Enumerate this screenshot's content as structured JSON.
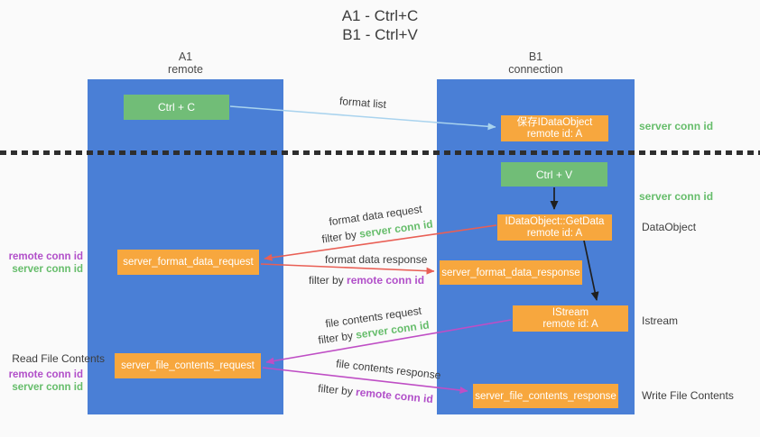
{
  "title": {
    "line1": "A1 - Ctrl+C",
    "line2": "B1 - Ctrl+V"
  },
  "lifelines": {
    "a1": {
      "name": "A1",
      "role": "remote"
    },
    "b1": {
      "name": "B1",
      "role": "connection"
    }
  },
  "nodes": {
    "ctrl_c": {
      "label": "Ctrl + C"
    },
    "ctrl_v": {
      "label": "Ctrl + V"
    },
    "save_idataobject": {
      "line1": "保存IDataObject",
      "line2": "remote id: A"
    },
    "getdata": {
      "line1": "IDataObject::GetData",
      "line2": "remote id: A"
    },
    "istream": {
      "line1": "IStream",
      "line2": "remote id: A"
    },
    "server_format_data_request": {
      "label": "server_format_data_request"
    },
    "server_format_data_response": {
      "label": "server_format_data_response"
    },
    "server_file_contents_request": {
      "label": "server_file_contents_request"
    },
    "server_file_contents_response": {
      "label": "server_file_contents_response"
    }
  },
  "annotations": {
    "server_conn_id": "server conn id",
    "remote_conn_id": "remote conn id",
    "dataobject": "DataObject",
    "istream": "Istream",
    "read_file_contents": "Read File Contents",
    "write_file_contents": "Write File Contents",
    "filter_by": "filter by"
  },
  "arrows": {
    "format_list": "format list",
    "format_data_request": "format data request",
    "format_data_response": "format data response",
    "file_contents_request": "file contents request",
    "file_contents_response": "file contents response"
  },
  "colors": {
    "bg": "#fafafa",
    "lifeline_blue": "#4a7fd6",
    "node_green": "#71bd77",
    "node_orange": "#f7a73e",
    "arrow_blue": "#a9d3ee",
    "arrow_red": "#e95f55",
    "arrow_magenta": "#bf4ec5",
    "arrow_black": "#1f1f1f",
    "text_green": "#66bd6b",
    "text_purple": "#b14fc9",
    "text_dark": "#3d3d3d"
  }
}
